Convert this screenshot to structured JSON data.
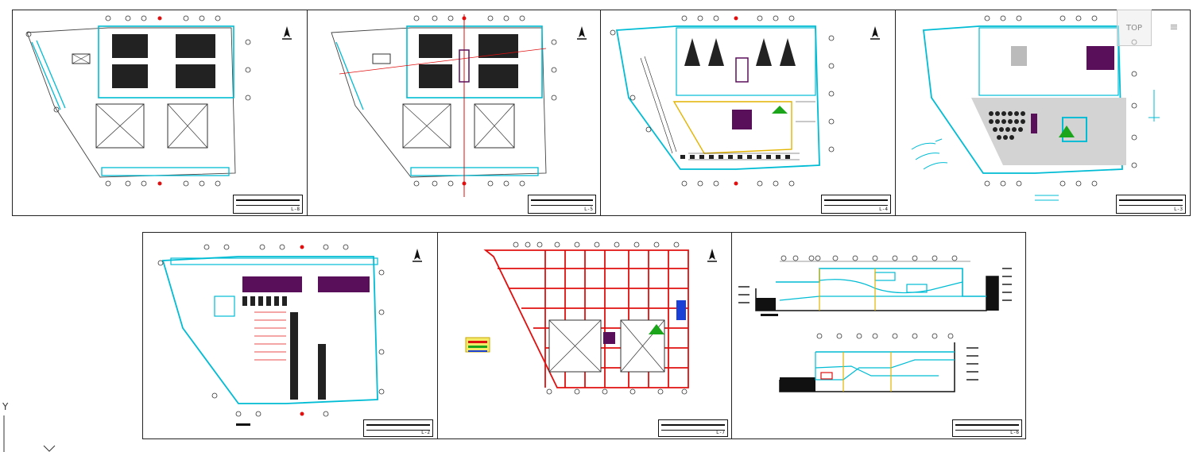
{
  "app": {
    "viewcube_label": "TOP",
    "nav_menu_icon": "hamburger-icon",
    "ucs_axis_label": "Y"
  },
  "colors": {
    "walls": "#00bcd4",
    "grid": "#3a3a3a",
    "red": "#e01010",
    "purple": "#5a0f5a",
    "green": "#1aa51a",
    "yellow": "#e3b400",
    "dark": "#111111"
  },
  "sheets": [
    {
      "id": "L-8",
      "code": "L-8"
    },
    {
      "id": "L-5",
      "code": "L-5"
    },
    {
      "id": "L-4",
      "code": "L-4"
    },
    {
      "id": "L-3",
      "code": "L-3"
    },
    {
      "id": "L-2",
      "code": "L-2"
    },
    {
      "id": "L-7",
      "code": "L-7"
    },
    {
      "id": "L-6",
      "code": "L-6"
    }
  ]
}
